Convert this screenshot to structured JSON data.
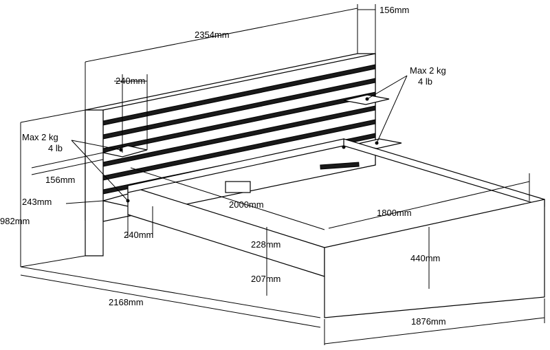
{
  "diagram": {
    "dimensions": {
      "headboard_width": "2354mm",
      "headboard_depth": "156mm",
      "shelf_left_width": "240mm",
      "shelf_depth": "156mm",
      "shelf_height": "243mm",
      "total_height": "982mm",
      "shelf_lower_width": "240mm",
      "total_length": "2168mm",
      "inner_length": "2000mm",
      "inner_width": "1800mm",
      "rail_height": "228mm",
      "floor_clearance": "207mm",
      "bed_height": "440mm",
      "total_width": "1876mm"
    },
    "load_right": {
      "line1": "Max 2 kg",
      "line2": "4 lb"
    },
    "load_left": {
      "line1": "Max 2 kg",
      "line2": "4 lb"
    }
  }
}
